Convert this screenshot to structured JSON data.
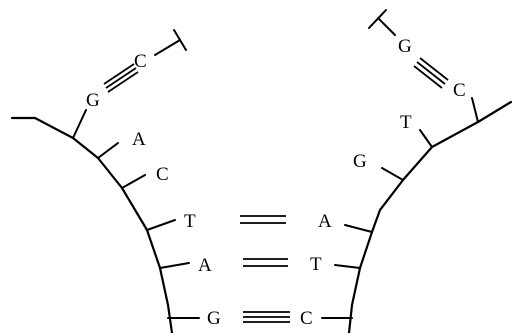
{
  "diagram": {
    "colors": {
      "line": "#000000",
      "background": "#ffffff"
    },
    "left_strand": {
      "top_pair_base": "G",
      "top_pair_partner": "C",
      "unpaired_bases": [
        "A",
        "C"
      ],
      "paired_bases": [
        "T",
        "A",
        "G"
      ]
    },
    "right_strand": {
      "top_pair_base": "G",
      "top_pair_partner": "C",
      "unpaired_bases": [
        "T",
        "G"
      ],
      "paired_bases": [
        "A",
        "T",
        "C"
      ]
    },
    "middle_bonds": [
      {
        "left": "T",
        "right": "A",
        "bond_count": 2
      },
      {
        "left": "A",
        "right": "T",
        "bond_count": 2
      },
      {
        "left": "G",
        "right": "C",
        "bond_count": 3
      }
    ],
    "top_bonds": [
      {
        "side": "left",
        "left": "G",
        "right": "C",
        "bond_count": 3
      },
      {
        "side": "right",
        "left": "G",
        "right": "C",
        "bond_count": 3
      }
    ]
  }
}
